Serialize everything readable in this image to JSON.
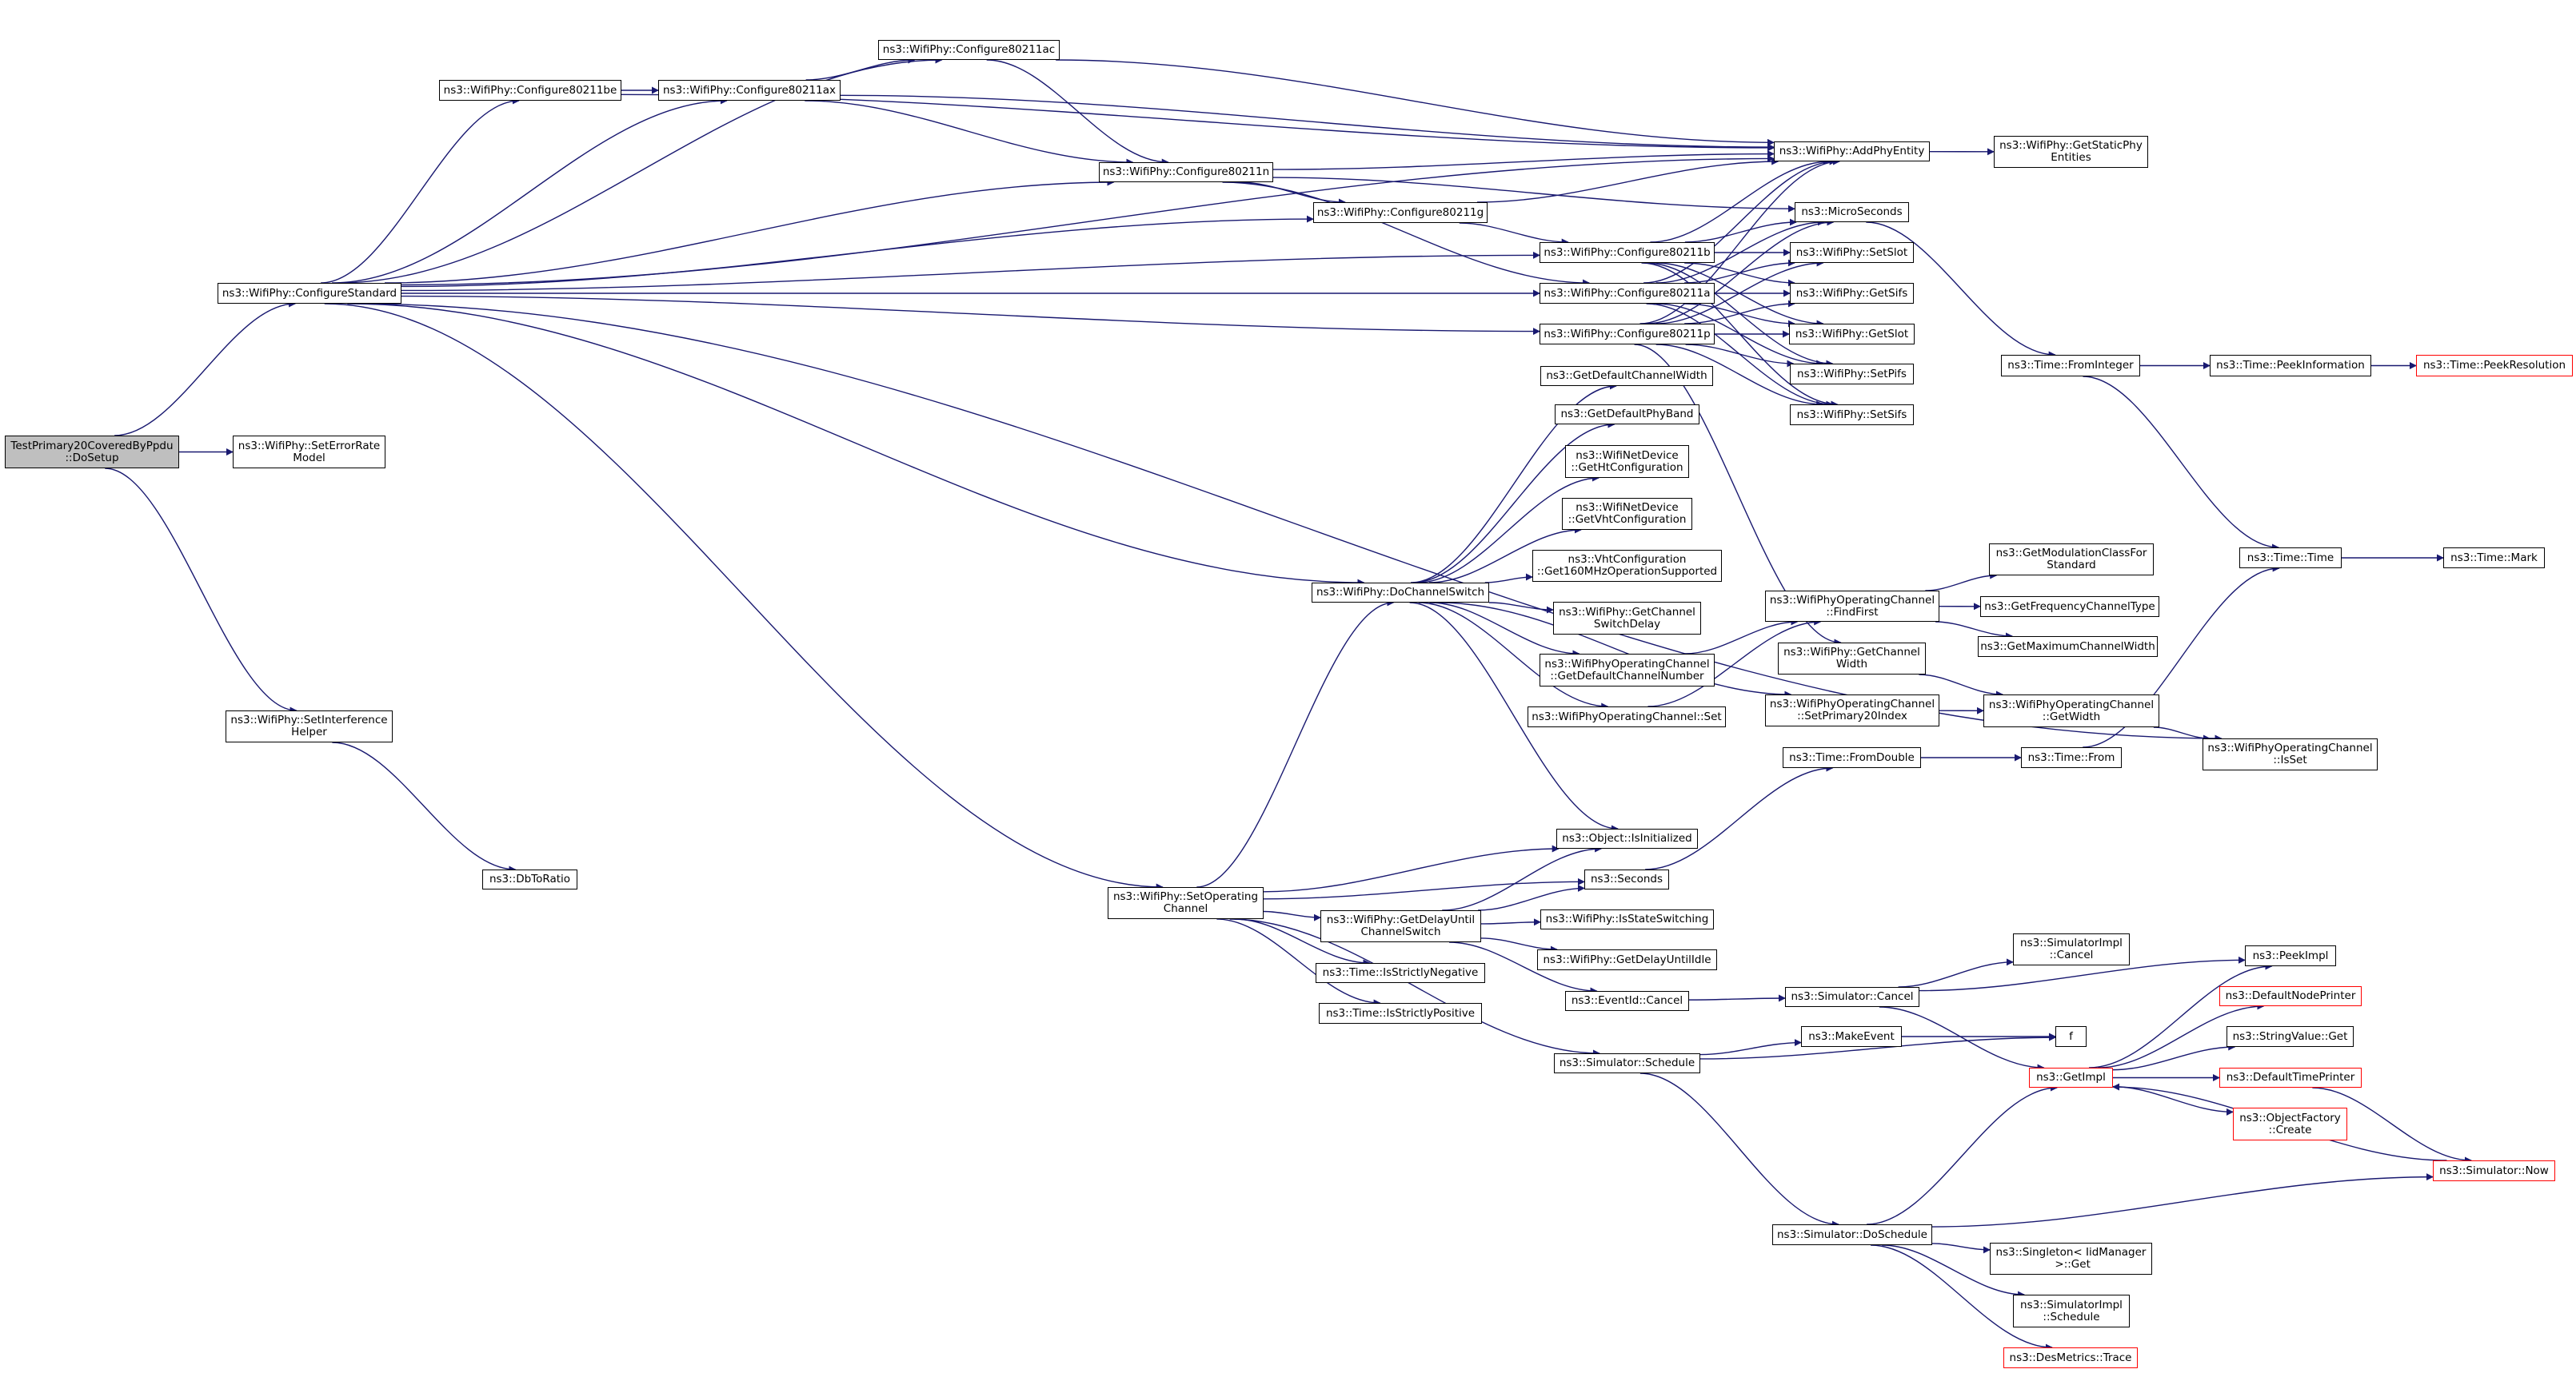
{
  "graph": {
    "type": "call-graph",
    "edge_color": "#191970",
    "root_fill": "#bfbfbf",
    "external_border": "#ff0000",
    "nodes": [
      {
        "id": "dosetup",
        "label": "TestPrimary20CoveredByPpdu\n::DoSetup",
        "kind": "root"
      },
      {
        "id": "configurestandard",
        "label": "ns3::WifiPhy::ConfigureStandard"
      },
      {
        "id": "seterrorratemodel",
        "label": "ns3::WifiPhy::SetErrorRate\nModel"
      },
      {
        "id": "setinterferencehelper",
        "label": "ns3::WifiPhy::SetInterference\nHelper"
      },
      {
        "id": "dbtoratio",
        "label": "ns3::DbToRatio"
      },
      {
        "id": "c80211be",
        "label": "ns3::WifiPhy::Configure80211be"
      },
      {
        "id": "c80211ax",
        "label": "ns3::WifiPhy::Configure80211ax"
      },
      {
        "id": "c80211ac",
        "label": "ns3::WifiPhy::Configure80211ac"
      },
      {
        "id": "c80211n",
        "label": "ns3::WifiPhy::Configure80211n"
      },
      {
        "id": "c80211g",
        "label": "ns3::WifiPhy::Configure80211g"
      },
      {
        "id": "c80211b",
        "label": "ns3::WifiPhy::Configure80211b"
      },
      {
        "id": "c80211a",
        "label": "ns3::WifiPhy::Configure80211a"
      },
      {
        "id": "c80211p",
        "label": "ns3::WifiPhy::Configure80211p"
      },
      {
        "id": "addphyentity",
        "label": "ns3::WifiPhy::AddPhyEntity"
      },
      {
        "id": "getstaticphyentities",
        "label": "ns3::WifiPhy::GetStaticPhy\nEntities"
      },
      {
        "id": "microseconds",
        "label": "ns3::MicroSeconds"
      },
      {
        "id": "setslot",
        "label": "ns3::WifiPhy::SetSlot"
      },
      {
        "id": "getsifs",
        "label": "ns3::WifiPhy::GetSifs"
      },
      {
        "id": "getslot",
        "label": "ns3::WifiPhy::GetSlot"
      },
      {
        "id": "setpifs",
        "label": "ns3::WifiPhy::SetPifs"
      },
      {
        "id": "setsifs",
        "label": "ns3::WifiPhy::SetSifs"
      },
      {
        "id": "frominteger",
        "label": "ns3::Time::FromInteger"
      },
      {
        "id": "peekinformation",
        "label": "ns3::Time::PeekInformation"
      },
      {
        "id": "peekresolution",
        "label": "ns3::Time::PeekResolution",
        "kind": "external"
      },
      {
        "id": "timetime",
        "label": "ns3::Time::Time"
      },
      {
        "id": "timemark",
        "label": "ns3::Time::Mark"
      },
      {
        "id": "getdefaultchannelwidth",
        "label": "ns3::GetDefaultChannelWidth"
      },
      {
        "id": "getdefaultphyband",
        "label": "ns3::GetDefaultPhyBand"
      },
      {
        "id": "gethtconfiguration",
        "label": "ns3::WifiNetDevice\n::GetHtConfiguration"
      },
      {
        "id": "getvhtconfiguration",
        "label": "ns3::WifiNetDevice\n::GetVhtConfiguration"
      },
      {
        "id": "get160mhz",
        "label": "ns3::VhtConfiguration\n::Get160MHzOperationSupported"
      },
      {
        "id": "dochannelswitch",
        "label": "ns3::WifiPhy::DoChannelSwitch"
      },
      {
        "id": "getchannelswitchdelay",
        "label": "ns3::WifiPhy::GetChannel\nSwitchDelay"
      },
      {
        "id": "getdefaultchannelnumber",
        "label": "ns3::WifiPhyOperatingChannel\n::GetDefaultChannelNumber"
      },
      {
        "id": "opchannelset",
        "label": "ns3::WifiPhyOperatingChannel::Set"
      },
      {
        "id": "findfirst",
        "label": "ns3::WifiPhyOperatingChannel\n::FindFirst"
      },
      {
        "id": "getmodulationclass",
        "label": "ns3::GetModulationClassFor\nStandard"
      },
      {
        "id": "getfrequencychanneltype",
        "label": "ns3::GetFrequencyChannelType"
      },
      {
        "id": "getmaximumchannelwidth",
        "label": "ns3::GetMaximumChannelWidth"
      },
      {
        "id": "getchannelwidth",
        "label": "ns3::WifiPhy::GetChannel\nWidth"
      },
      {
        "id": "setprimary20index",
        "label": "ns3::WifiPhyOperatingChannel\n::SetPrimary20Index"
      },
      {
        "id": "getwidth",
        "label": "ns3::WifiPhyOperatingChannel\n::GetWidth"
      },
      {
        "id": "isset",
        "label": "ns3::WifiPhyOperatingChannel\n::IsSet"
      },
      {
        "id": "fromdouble",
        "label": "ns3::Time::FromDouble"
      },
      {
        "id": "timefrom",
        "label": "ns3::Time::From"
      },
      {
        "id": "isinitialized",
        "label": "ns3::Object::IsInitialized"
      },
      {
        "id": "seconds",
        "label": "ns3::Seconds"
      },
      {
        "id": "setoperatingchannel",
        "label": "ns3::WifiPhy::SetOperating\nChannel"
      },
      {
        "id": "getdelayuntilchannelswitch",
        "label": "ns3::WifiPhy::GetDelayUntil\nChannelSwitch"
      },
      {
        "id": "isstateswitching",
        "label": "ns3::WifiPhy::IsStateSwitching"
      },
      {
        "id": "getdelayuntilidle",
        "label": "ns3::WifiPhy::GetDelayUntilIdle"
      },
      {
        "id": "isstrictlynegative",
        "label": "ns3::Time::IsStrictlyNegative"
      },
      {
        "id": "isstrictlypositive",
        "label": "ns3::Time::IsStrictlyPositive"
      },
      {
        "id": "eventidcancel",
        "label": "ns3::EventId::Cancel"
      },
      {
        "id": "simulatorcancel",
        "label": "ns3::Simulator::Cancel"
      },
      {
        "id": "simulatorimplcancel",
        "label": "ns3::SimulatorImpl\n::Cancel"
      },
      {
        "id": "peekimpl",
        "label": "ns3::PeekImpl"
      },
      {
        "id": "makeevent",
        "label": "ns3::MakeEvent"
      },
      {
        "id": "f",
        "label": "f"
      },
      {
        "id": "simulatorschedule",
        "label": "ns3::Simulator::Schedule"
      },
      {
        "id": "getimpl",
        "label": "ns3::GetImpl",
        "kind": "external"
      },
      {
        "id": "defaultnodeprinter",
        "label": "ns3::DefaultNodePrinter",
        "kind": "external"
      },
      {
        "id": "stringvalueget",
        "label": "ns3::StringValue::Get"
      },
      {
        "id": "defaulttimeprinter",
        "label": "ns3::DefaultTimePrinter",
        "kind": "external"
      },
      {
        "id": "objectfactorycreate",
        "label": "ns3::ObjectFactory\n::Create",
        "kind": "external"
      },
      {
        "id": "simulatornow",
        "label": "ns3::Simulator::Now",
        "kind": "external"
      },
      {
        "id": "doschedule",
        "label": "ns3::Simulator::DoSchedule"
      },
      {
        "id": "singletonget",
        "label": "ns3::Singleton< IidManager\n >::Get"
      },
      {
        "id": "simulatorimplschedule",
        "label": "ns3::SimulatorImpl\n::Schedule"
      },
      {
        "id": "desmetricstrace",
        "label": "ns3::DesMetrics::Trace",
        "kind": "external"
      }
    ],
    "edges": [
      [
        "dosetup",
        "configurestandard"
      ],
      [
        "dosetup",
        "seterrorratemodel"
      ],
      [
        "dosetup",
        "setinterferencehelper"
      ],
      [
        "setinterferencehelper",
        "dbtoratio"
      ],
      [
        "configurestandard",
        "c80211be"
      ],
      [
        "configurestandard",
        "c80211ax"
      ],
      [
        "configurestandard",
        "c80211ac"
      ],
      [
        "configurestandard",
        "c80211n"
      ],
      [
        "configurestandard",
        "c80211g"
      ],
      [
        "configurestandard",
        "c80211b"
      ],
      [
        "configurestandard",
        "c80211a"
      ],
      [
        "configurestandard",
        "c80211p"
      ],
      [
        "configurestandard",
        "addphyentity"
      ],
      [
        "configurestandard",
        "dochannelswitch"
      ],
      [
        "configurestandard",
        "isset"
      ],
      [
        "configurestandard",
        "setoperatingchannel"
      ],
      [
        "c80211be",
        "c80211ax"
      ],
      [
        "c80211be",
        "addphyentity"
      ],
      [
        "c80211ax",
        "c80211ac"
      ],
      [
        "c80211ax",
        "c80211n"
      ],
      [
        "c80211ax",
        "addphyentity"
      ],
      [
        "c80211ac",
        "c80211n"
      ],
      [
        "c80211ac",
        "addphyentity"
      ],
      [
        "c80211n",
        "addphyentity"
      ],
      [
        "c80211n",
        "microseconds"
      ],
      [
        "c80211n",
        "c80211g"
      ],
      [
        "c80211n",
        "c80211a"
      ],
      [
        "c80211g",
        "addphyentity"
      ],
      [
        "c80211g",
        "c80211b"
      ],
      [
        "c80211b",
        "addphyentity"
      ],
      [
        "c80211b",
        "microseconds"
      ],
      [
        "c80211b",
        "setslot"
      ],
      [
        "c80211b",
        "getsifs"
      ],
      [
        "c80211b",
        "getslot"
      ],
      [
        "c80211b",
        "setpifs"
      ],
      [
        "c80211b",
        "setsifs"
      ],
      [
        "c80211a",
        "addphyentity"
      ],
      [
        "c80211a",
        "microseconds"
      ],
      [
        "c80211a",
        "setslot"
      ],
      [
        "c80211a",
        "getsifs"
      ],
      [
        "c80211a",
        "getslot"
      ],
      [
        "c80211a",
        "setpifs"
      ],
      [
        "c80211a",
        "setsifs"
      ],
      [
        "c80211p",
        "addphyentity"
      ],
      [
        "c80211p",
        "microseconds"
      ],
      [
        "c80211p",
        "setslot"
      ],
      [
        "c80211p",
        "getsifs"
      ],
      [
        "c80211p",
        "getslot"
      ],
      [
        "c80211p",
        "setpifs"
      ],
      [
        "c80211p",
        "setsifs"
      ],
      [
        "c80211p",
        "getchannelwidth"
      ],
      [
        "addphyentity",
        "getstaticphyentities"
      ],
      [
        "microseconds",
        "frominteger"
      ],
      [
        "frominteger",
        "peekinformation"
      ],
      [
        "frominteger",
        "timetime"
      ],
      [
        "peekinformation",
        "peekresolution"
      ],
      [
        "timetime",
        "timemark"
      ],
      [
        "dochannelswitch",
        "getdefaultchannelwidth"
      ],
      [
        "dochannelswitch",
        "getdefaultphyband"
      ],
      [
        "dochannelswitch",
        "gethtconfiguration"
      ],
      [
        "dochannelswitch",
        "getvhtconfiguration"
      ],
      [
        "dochannelswitch",
        "get160mhz"
      ],
      [
        "dochannelswitch",
        "getchannelswitchdelay"
      ],
      [
        "dochannelswitch",
        "getdefaultchannelnumber"
      ],
      [
        "dochannelswitch",
        "opchannelset"
      ],
      [
        "dochannelswitch",
        "setprimary20index"
      ],
      [
        "dochannelswitch",
        "isinitialized"
      ],
      [
        "getdefaultchannelnumber",
        "findfirst"
      ],
      [
        "opchannelset",
        "findfirst"
      ],
      [
        "findfirst",
        "getmodulationclass"
      ],
      [
        "findfirst",
        "getfrequencychanneltype"
      ],
      [
        "findfirst",
        "getmaximumchannelwidth"
      ],
      [
        "getchannelwidth",
        "getwidth"
      ],
      [
        "setprimary20index",
        "getwidth"
      ],
      [
        "getwidth",
        "isset"
      ],
      [
        "fromdouble",
        "timefrom"
      ],
      [
        "timefrom",
        "timetime"
      ],
      [
        "seconds",
        "fromdouble"
      ],
      [
        "setoperatingchannel",
        "dochannelswitch"
      ],
      [
        "setoperatingchannel",
        "isinitialized"
      ],
      [
        "setoperatingchannel",
        "seconds"
      ],
      [
        "setoperatingchannel",
        "getdelayuntilchannelswitch"
      ],
      [
        "setoperatingchannel",
        "isstrictlynegative"
      ],
      [
        "setoperatingchannel",
        "isstrictlypositive"
      ],
      [
        "setoperatingchannel",
        "simulatorschedule"
      ],
      [
        "getdelayuntilchannelswitch",
        "isinitialized"
      ],
      [
        "getdelayuntilchannelswitch",
        "seconds"
      ],
      [
        "getdelayuntilchannelswitch",
        "isstateswitching"
      ],
      [
        "getdelayuntilchannelswitch",
        "getdelayuntilidle"
      ],
      [
        "getdelayuntilchannelswitch",
        "eventidcancel"
      ],
      [
        "eventidcancel",
        "simulatorcancel"
      ],
      [
        "simulatorcancel",
        "simulatorimplcancel"
      ],
      [
        "simulatorcancel",
        "peekimpl"
      ],
      [
        "simulatorcancel",
        "getimpl"
      ],
      [
        "simulatorschedule",
        "makeevent"
      ],
      [
        "simulatorschedule",
        "f"
      ],
      [
        "simulatorschedule",
        "doschedule"
      ],
      [
        "makeevent",
        "f"
      ],
      [
        "getimpl",
        "peekimpl"
      ],
      [
        "getimpl",
        "defaultnodeprinter"
      ],
      [
        "getimpl",
        "stringvalueget"
      ],
      [
        "getimpl",
        "defaulttimeprinter"
      ],
      [
        "getimpl",
        "objectfactorycreate"
      ],
      [
        "defaulttimeprinter",
        "simulatornow"
      ],
      [
        "simulatornow",
        "getimpl"
      ],
      [
        "doschedule",
        "getimpl"
      ],
      [
        "doschedule",
        "simulatornow"
      ],
      [
        "doschedule",
        "singletonget"
      ],
      [
        "doschedule",
        "simulatorimplschedule"
      ],
      [
        "doschedule",
        "desmetricstrace"
      ]
    ]
  }
}
